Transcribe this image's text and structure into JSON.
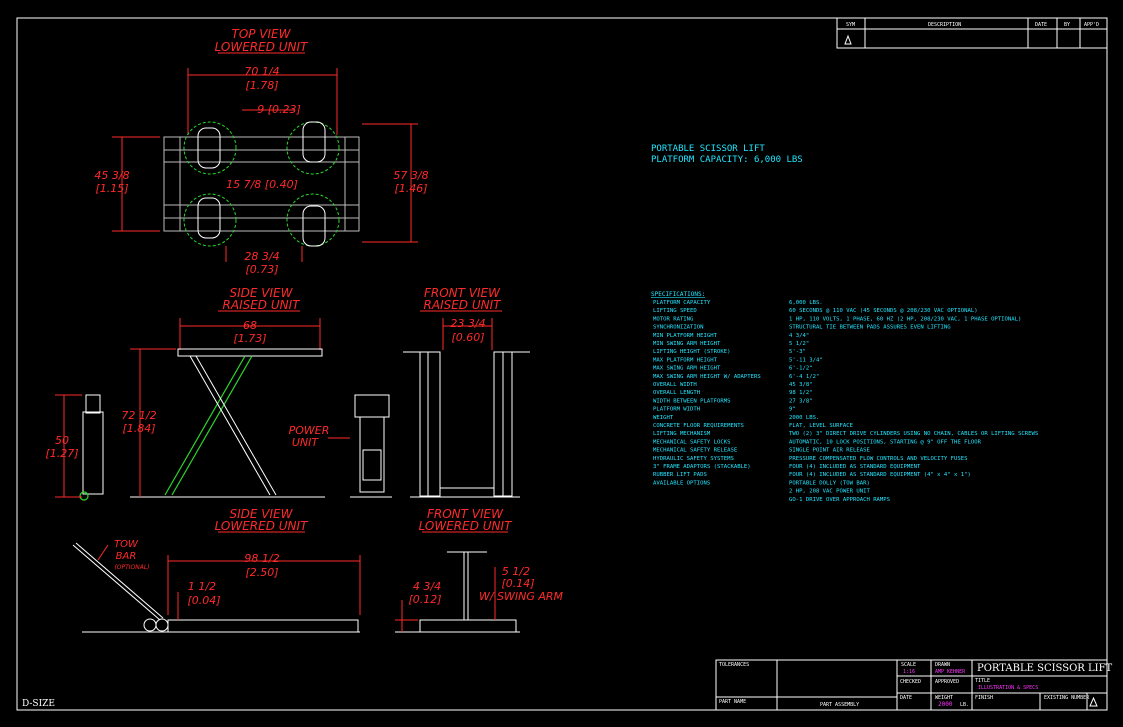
{
  "views": {
    "top": {
      "title1": "TOP VIEW",
      "title2": "LOWERED UNIT"
    },
    "side_raised": {
      "title1": "SIDE VIEW",
      "title2": "RAISED UNIT"
    },
    "front_raised": {
      "title1": "FRONT VIEW",
      "title2": "RAISED UNIT"
    },
    "side_lowered": {
      "title1": "SIDE VIEW",
      "title2": "LOWERED UNIT"
    },
    "front_lowered": {
      "title1": "FRONT VIEW",
      "title2": "LOWERED UNIT"
    }
  },
  "dimensions": {
    "top_width": "70 1/4",
    "top_width_m": "[1.78]",
    "top_9": "9 [0.23]",
    "top_157": "15 7/8 [0.40]",
    "top_left": "45 3/8",
    "top_left_m": "[1.15]",
    "top_right": "57 3/8",
    "top_right_m": "[1.46]",
    "top_28": "28 3/4",
    "top_28_m": "[0.73]",
    "raised_68": "68",
    "raised_68_m": "[1.73]",
    "raised_72": "72 1/2",
    "raised_72_m": "[1.84]",
    "raised_50": "50",
    "raised_50_m": "[1.27]",
    "front_23": "23 3/4",
    "front_23_m": "[0.60]",
    "lowered_98": "98 1/2",
    "lowered_98_m": "[2.50]",
    "lowered_1": "1 1/2",
    "lowered_1_m": "[0.04]",
    "front_l_4": "4 3/4",
    "front_l_4_m": "[0.12]",
    "front_l_5": "5 1/2",
    "front_l_5_m": "[0.14]",
    "swing_arm": "W/ SWING ARM"
  },
  "labels": {
    "power_unit_1": "POWER",
    "power_unit_2": "UNIT",
    "tow_bar_1": "TOW",
    "tow_bar_2": "BAR",
    "tow_bar_3": "(OPTIONAL)"
  },
  "heading": {
    "line1": "PORTABLE SCISSOR LIFT",
    "line2": "PLATFORM CAPACITY: 6,000 LBS"
  },
  "specs": {
    "title": "SPECIFICATIONS:",
    "rows": [
      {
        "label": "PLATFORM CAPACITY",
        "value": "6,000 LBS."
      },
      {
        "label": "LIFTING SPEED",
        "value": "60 SECONDS @ 110 VAC (45 SECONDS @ 208/230 VAC OPTIONAL)"
      },
      {
        "label": "MOTOR RATING",
        "value": "1 HP, 110 VOLTS, 1 PHASE, 60 HZ (2 HP, 208/230 VAC, 1 PHASE OPTIONAL)"
      },
      {
        "label": "SYNCHRONIZATION",
        "value": "STRUCTURAL TIE BETWEEN PADS ASSURES EVEN LIFTING"
      },
      {
        "label": "MIN PLATFORM HEIGHT",
        "value": "4 3/4\""
      },
      {
        "label": "MIN SWING ARM HEIGHT",
        "value": "5 1/2\""
      },
      {
        "label": "LIFTING HEIGHT (STROKE)",
        "value": "5'-3\""
      },
      {
        "label": "MAX PLATFORM HEIGHT",
        "value": "5'-11 3/4\""
      },
      {
        "label": "MAX SWING ARM HEIGHT",
        "value": "6'-1/2\""
      },
      {
        "label": "MAX SWING ARM HEIGHT W/ ADAPTERS",
        "value": "6'-4 1/2\""
      },
      {
        "label": "OVERALL WIDTH",
        "value": "45 3/8\""
      },
      {
        "label": "OVERALL LENGTH",
        "value": "98 1/2\""
      },
      {
        "label": "WIDTH BETWEEN PLATFORMS",
        "value": "27 3/8\""
      },
      {
        "label": "PLATFORM WIDTH",
        "value": "9\""
      },
      {
        "label": "WEIGHT",
        "value": "2000 LBS."
      },
      {
        "label": "CONCRETE FLOOR REQUIREMENTS",
        "value": "FLAT, LEVEL SURFACE"
      },
      {
        "label": "LIFTING MECHANISM",
        "value": "TWO (2) 3\" DIRECT DRIVE CYLINDERS USING NO CHAIN, CABLES OR LIFTING SCREWS"
      },
      {
        "label": "MECHANICAL SAFETY LOCKS",
        "value": "AUTOMATIC, 10 LOCK POSITIONS, STARTING @ 9\" OFF THE FLOOR"
      },
      {
        "label": "MECHANICAL SAFETY RELEASE",
        "value": "SINGLE POINT AIR RELEASE"
      },
      {
        "label": "HYDRAULIC SAFETY SYSTEMS",
        "value": "PRESSURE COMPENSATED FLOW CONTROLS AND VELOCITY FUSES"
      },
      {
        "label": "3\" FRAME ADAPTORS (STACKABLE)",
        "value": "FOUR (4) INCLUDED AS STANDARD EQUIPMENT"
      },
      {
        "label": "RUBBER LIFT PADS",
        "value": "FOUR (4) INCLUDED AS STANDARD EQUIPMENT (4\" x 4\" x 1\")"
      },
      {
        "label": "AVAILABLE OPTIONS",
        "value": "PORTABLE DOLLY (TOW BAR)"
      }
    ],
    "extra": [
      "2 HP, 208 VAC POWER UNIT",
      "GO-1 DRIVE OVER APPROACH RAMPS"
    ]
  },
  "revision_block": {
    "col1": "SYM",
    "col2": "DESCRIPTION",
    "col3": "DATE",
    "col4": "BY",
    "col5": "APP'D"
  },
  "title_block": {
    "title": "PORTABLE SCISSOR LIFT",
    "subtitle": "ILLUSTRATION & SPECS",
    "scale_label": "SCALE",
    "scale_value": "1:16",
    "drawn_label": "DRAWN",
    "drawn_value": "AMP KEHNER",
    "checked_label": "CHECKED",
    "approved_label": "APPROVED",
    "date_label": "DATE",
    "weight_label": "WEIGHT",
    "weight_value": "2000",
    "weight_unit": "LB.",
    "title_label": "TITLE",
    "part_assembly": "PART ASSEMBLY",
    "part_name": "PART NAME",
    "tolerances": "TOLERANCES",
    "finish": "FINISH",
    "existing": "EXISTING NUMBER"
  },
  "sheet_size": "D-SIZE"
}
